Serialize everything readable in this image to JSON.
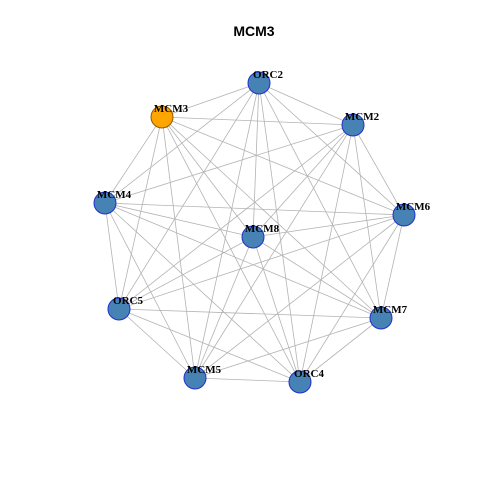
{
  "title": "MCM3",
  "colors": {
    "highlight_fill": "#FFA500",
    "node_fill": "#4682B4",
    "highlight_stroke": "#8B5A00",
    "node_stroke": "#1f2fcc",
    "edge": "#b3b3b3"
  },
  "nodes": [
    {
      "id": "ORC2",
      "label": "ORC2",
      "highlight": false
    },
    {
      "id": "MCM3",
      "label": "MCM3",
      "highlight": true
    },
    {
      "id": "MCM2",
      "label": "MCM2",
      "highlight": false
    },
    {
      "id": "MCM4",
      "label": "MCM4",
      "highlight": false
    },
    {
      "id": "MCM6",
      "label": "MCM6",
      "highlight": false
    },
    {
      "id": "MCM8",
      "label": "MCM8",
      "highlight": false
    },
    {
      "id": "ORC5",
      "label": "ORC5",
      "highlight": false
    },
    {
      "id": "MCM7",
      "label": "MCM7",
      "highlight": false
    },
    {
      "id": "MCM5",
      "label": "MCM5",
      "highlight": false
    },
    {
      "id": "ORC4",
      "label": "ORC4",
      "highlight": false
    }
  ],
  "edges": [
    [
      "ORC2",
      "MCM3"
    ],
    [
      "ORC2",
      "MCM2"
    ],
    [
      "ORC2",
      "MCM4"
    ],
    [
      "ORC2",
      "MCM6"
    ],
    [
      "ORC2",
      "MCM8"
    ],
    [
      "ORC2",
      "ORC5"
    ],
    [
      "ORC2",
      "MCM7"
    ],
    [
      "ORC2",
      "MCM5"
    ],
    [
      "ORC2",
      "ORC4"
    ],
    [
      "MCM3",
      "MCM2"
    ],
    [
      "MCM3",
      "MCM4"
    ],
    [
      "MCM3",
      "MCM6"
    ],
    [
      "MCM3",
      "MCM8"
    ],
    [
      "MCM3",
      "ORC5"
    ],
    [
      "MCM3",
      "MCM7"
    ],
    [
      "MCM3",
      "MCM5"
    ],
    [
      "MCM3",
      "ORC4"
    ],
    [
      "MCM2",
      "MCM4"
    ],
    [
      "MCM2",
      "MCM6"
    ],
    [
      "MCM2",
      "MCM8"
    ],
    [
      "MCM2",
      "ORC5"
    ],
    [
      "MCM2",
      "MCM7"
    ],
    [
      "MCM2",
      "MCM5"
    ],
    [
      "MCM2",
      "ORC4"
    ],
    [
      "MCM4",
      "MCM6"
    ],
    [
      "MCM4",
      "MCM8"
    ],
    [
      "MCM4",
      "ORC5"
    ],
    [
      "MCM4",
      "MCM7"
    ],
    [
      "MCM4",
      "MCM5"
    ],
    [
      "MCM4",
      "ORC4"
    ],
    [
      "MCM6",
      "MCM8"
    ],
    [
      "MCM6",
      "ORC5"
    ],
    [
      "MCM6",
      "MCM7"
    ],
    [
      "MCM6",
      "MCM5"
    ],
    [
      "MCM6",
      "ORC4"
    ],
    [
      "MCM8",
      "ORC5"
    ],
    [
      "MCM8",
      "MCM7"
    ],
    [
      "MCM8",
      "MCM5"
    ],
    [
      "MCM8",
      "ORC4"
    ],
    [
      "ORC5",
      "MCM7"
    ],
    [
      "ORC5",
      "MCM5"
    ],
    [
      "ORC5",
      "ORC4"
    ],
    [
      "MCM7",
      "MCM5"
    ],
    [
      "MCM7",
      "ORC4"
    ],
    [
      "MCM5",
      "ORC4"
    ]
  ]
}
